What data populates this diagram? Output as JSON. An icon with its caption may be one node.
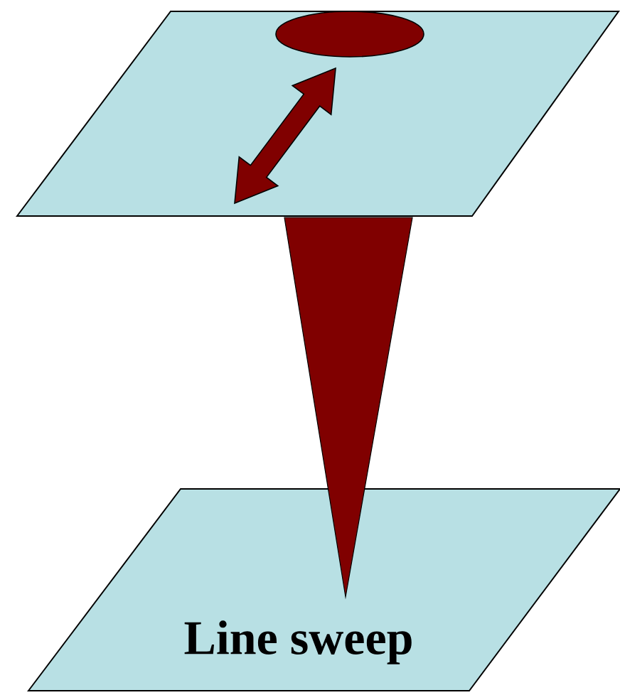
{
  "diagram": {
    "nodes": [
      {
        "text": [],
        "shape": "parallelogram"
      },
      {
        "text": [],
        "shape": "ellipse",
        "in": 0
      },
      {
        "text": [
          "Line sweep"
        ]
      }
    ]
  }
}
